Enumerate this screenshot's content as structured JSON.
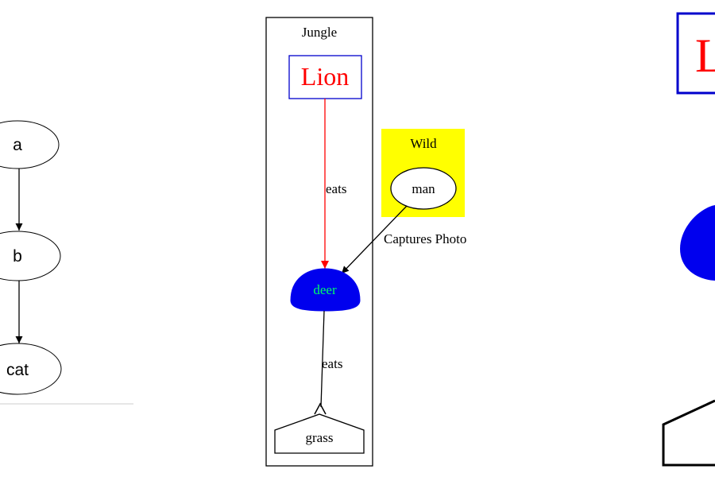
{
  "graph_left": {
    "nodes": {
      "a": "a",
      "b": "b",
      "cat": "cat"
    }
  },
  "graph_middle": {
    "cluster_jungle": "Jungle",
    "cluster_wild": "Wild",
    "nodes": {
      "lion": "Lion",
      "deer": "deer",
      "grass": "grass",
      "man": "man"
    },
    "edges": {
      "lion_deer": "eats",
      "deer_grass": "eats",
      "man_deer": "Captures Photo"
    }
  },
  "graph_right": {
    "lion_partial": "L"
  },
  "colors": {
    "lion_text": "#ff0000",
    "lion_border": "#0000cc",
    "deer_fill": "#0000ee",
    "deer_text": "#00ff66",
    "wild_fill": "#ffff00",
    "edge_red": "#ff0000",
    "edge_black": "#000000"
  }
}
